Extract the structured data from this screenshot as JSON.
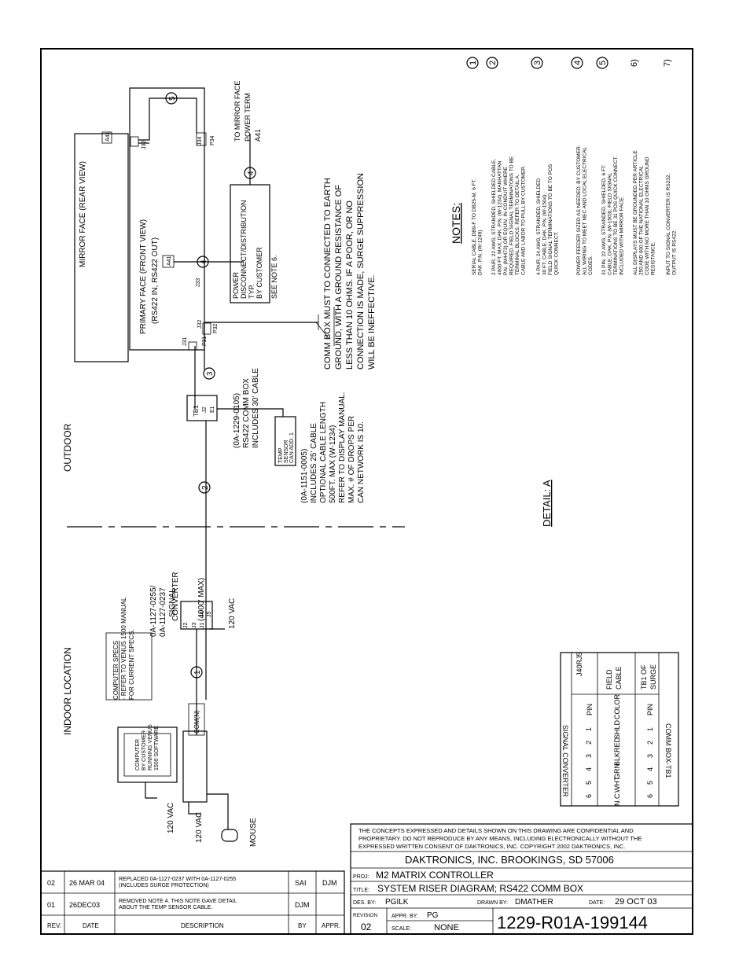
{
  "title_block": {
    "confidential": [
      "THE CONCEPTS EXPRESSED AND DETAILS SHOWN ON THIS DRAWING ARE CONFIDENTIAL AND",
      "PROPRIETARY. DO NOT REPRODUCE BY ANY MEANS, INCLUDING ELECTRONICALLY WITHOUT THE",
      "EXPRESSED WRITTEN CONSENT OF DAKTRONICS, INC.        COPYRIGHT 2002 DAKTRONICS, INC."
    ],
    "company": "DAKTRONICS, INC.   BROOKINGS, SD 57006",
    "proj_label": "PROJ:",
    "proj": "M2 MATRIX CONTROLLER",
    "title_label": "TITLE:",
    "title": "SYSTEM RISER DIAGRAM; RS422 COMM BOX",
    "des_label": "DES. BY:",
    "des": "PGILK",
    "drawn_label": "DRAWN BY:",
    "drawn": "DMATHER",
    "date_label": "DATE:",
    "date": "29 OCT 03",
    "revision_label": "REVISION",
    "revision": "02",
    "appr_label": "APPR. BY:",
    "appr": "PG",
    "scale_label": "SCALE:",
    "scale": "NONE",
    "drawing_number": "1229-R01A-199144"
  },
  "revisions": {
    "headers": [
      "REV.",
      "DATE",
      "DESCRIPTION",
      "BY",
      "APPR."
    ],
    "rows": [
      {
        "rev": "02",
        "date": "26 MAR 04",
        "desc1": "REPLACED 0A-1127-0237 WITH 0A-1127-0255",
        "desc2": "(INCLUDES SURGE PROTECTION)",
        "by": "SAI",
        "appr": "DJM"
      },
      {
        "rev": "01",
        "date": "26DEC03",
        "desc1": "REMOVED NOTE 4. THIS NOTE GAVE DETAIL",
        "desc2": "ABOUT THE TEMP SENSOR CABLE.",
        "by": "DJM",
        "appr": ""
      }
    ]
  },
  "diagram": {
    "indoor": "INDOOR LOCATION",
    "outdoor": "OUTDOOR",
    "mirror_face": "MIRROR FACE (REAR VIEW)",
    "primary_face_1": "PRIMARY FACE (FRONT VIEW)",
    "primary_face_2": "(RS422 IN, RS422 OUT)",
    "a41": "A41",
    "j32_top": "J32",
    "p32_top": "P32",
    "j34": "J34",
    "p34": "P34",
    "j33": "J33",
    "j31": "J31",
    "j32": "J32",
    "p32": "P32",
    "p31": "P31",
    "to_mirror_1": "TO MIRROR FACE",
    "to_mirror_2": "POWER TERM",
    "to_mirror_3": "A41",
    "power_box": [
      "POWER",
      "DISCONNECT/DISTRIBUTION",
      "TYP.",
      "BY CUSTOMER"
    ],
    "see_note": "SEE NOTE 6.",
    "comm_ground": [
      "COMM BOX MUST TO CONNECTED TO EARTH",
      "GROUND, WITH A GROUND RESISTANCE OF",
      "LESS THAN 10 OHMS. IF A POOR, OR NO",
      "CONNECTION IS MADE, SURGE SUPPRESSION",
      "WILL BE INEFFECTIVE."
    ],
    "comm_box_tb1": "TB1",
    "comm_box_j2": "J2",
    "comm_box_e1": "E1",
    "comm_box_label": [
      "(0A-1229-0105)",
      "RS422 COMM BOX",
      "INCLUDES 30' CABLE"
    ],
    "temp_sensor": [
      "TEMP",
      "SENSOR",
      "CAN ADD. 1"
    ],
    "temp_label": [
      "(0A-1151-0005)",
      "INCLUDES 25' CABLE",
      "OPTIONAL CABLE LENGTH",
      "500FT. MAX (W-1234)",
      "REFER TO DISPLAY MANUAL.",
      "MAX. # OF DROPS PER",
      "CAN NETWORK IS 10."
    ],
    "cable_4000": "(4000' MAX)",
    "converter_label": [
      "0A-1127-0255/",
      "0A-1127-0237",
      "SIGNAL",
      "CONVERTER"
    ],
    "conv_j1": "J1",
    "conv_j2": "J2",
    "conv_j3": "J3",
    "conv_j4": "J4",
    "conv_j5": "J5",
    "vac": "120 VAC",
    "computer_specs": [
      "COMPUTER SPECS",
      "- REFER TO VENUS 1500 MANUAL",
      "  FOR CURRENT SPECS."
    ],
    "computer": [
      "COMPUTER",
      "BY CUSTOMER",
      "RUNNING VENUS",
      "1500 SOFTWARE"
    ],
    "com_n": "COM(N)",
    "mouse": "MOUSE",
    "n1": "1",
    "n2": "2",
    "n3": "3",
    "n4": "4",
    "n5": "5"
  },
  "notes": {
    "heading": "NOTES:",
    "items": [
      {
        "n": "1",
        "lines": [
          "SERIAL CABLE, DB9-F TO DB25-M, 6 FT.",
          "DAK. P.N. (W-1249)"
        ]
      },
      {
        "n": "2",
        "lines": [
          "2 PAIR, 22 AWG, STRANDED, SHIELDED CABLE,",
          "4000 FT. MAX, DAK. P.N. (W-1234), MANHATTAN",
          "P.N. (M4473) OR EQUIV. IN CONDUIT WHERE",
          "REQUIRED. FIELD SIGNAL TERMINATONS TO BE",
          "TERMINAL BLOCKS. REFER TO DETAIL A.",
          "CABLE AND LABOR TO PULL BY CUSTOMER."
        ]
      },
      {
        "n": "3",
        "lines": [
          "4 PAIR, 24 AWG, STRANDED, SHIELDED",
          "30 FT. CABLE, DAK. P.N. (W-1504).",
          "FIELD SIGNAL TERMINATIONS TO BE TO POS",
          "QUICK CONNECT."
        ]
      },
      {
        "n": "4",
        "lines": [
          "POWER FEEDER SIZED AS NEEDED, BY CUSTOMER.",
          "ALL WIRING TO MEET NEC AND LOCAL ELECTRICAL",
          "CODES."
        ]
      },
      {
        "n": "5",
        "lines": [
          "31 PIN, 22 AWG, STRANDED, SHIELDED, 6 FT.",
          "CABLE, DAK. P.N. (W-1503). FIELD SIGNAL",
          "TERMINATIONS TO BE 31 POS QUICK CONNECT.",
          "INCLUDED WITH MIRROR FACE."
        ]
      },
      {
        "n": "6)",
        "lines": [
          "ALL DISPLAYS MUST BE GROUNDED PER ARTICLE",
          "250 AND 600 OF THE NATIONAL ELECTRICAL",
          "CODE WITH NO MORE THAN 10 OHMS GROUND",
          "RESISTANCE."
        ]
      },
      {
        "n": "7)",
        "lines": [
          "INPUT TO SIGNAL CONVERTER IS RS232,",
          "OUTPUT IS RS422."
        ]
      }
    ]
  },
  "detail_a": {
    "heading": "DETAIL: A",
    "left_header": "SIGNAL CONVERTER",
    "right_header": "COMM BOX-TB1",
    "j40rj5": "J40RJ5",
    "field_cable": [
      "FIELD",
      "CABLE"
    ],
    "tb1_surge": [
      "TB1 OF",
      "SURGE"
    ],
    "pin": "PIN",
    "color": "COLOR",
    "rows": [
      {
        "pin": "1",
        "color": "SHLD",
        "tb": "1"
      },
      {
        "pin": "2",
        "color": "RED",
        "tb": "2"
      },
      {
        "pin": "3",
        "color": "BLK",
        "tb": "3"
      },
      {
        "pin": "4",
        "color": "GRN",
        "tb": "4"
      },
      {
        "pin": "5",
        "color": "WHT",
        "tb": "5"
      },
      {
        "pin": "6",
        "color": "N.C.",
        "tb": "6"
      }
    ]
  }
}
